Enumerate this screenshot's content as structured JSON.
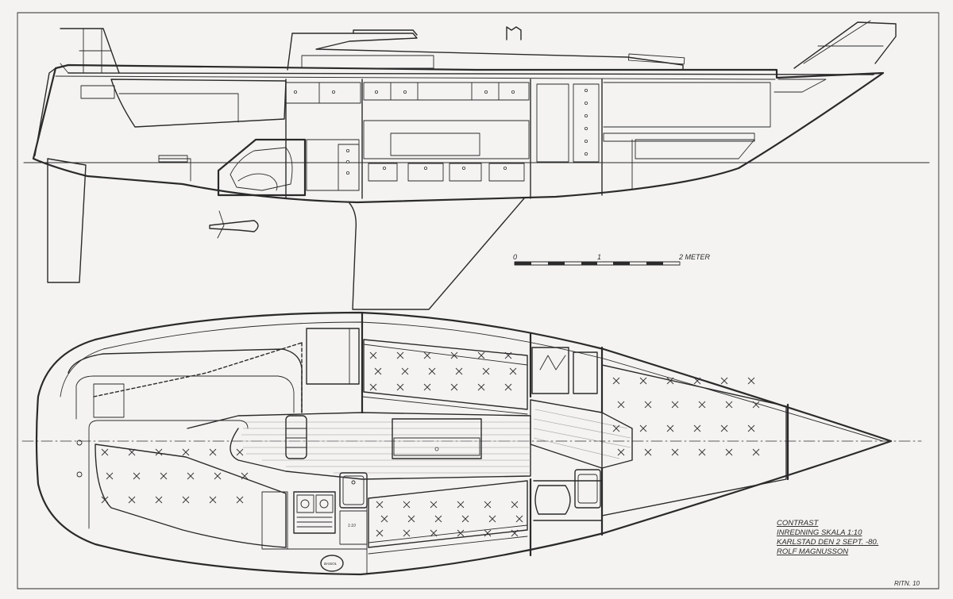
{
  "scale_bar": {
    "labels": [
      "0",
      "1",
      "2 METER"
    ]
  },
  "title_block": {
    "lines": [
      "CONTRAST",
      "INREDNING  SKALA  1:10",
      "KARLSTAD DEN 2 SEPT. -80.",
      "ROLF MAGNUSSON"
    ]
  },
  "sheet_number": "RITN. 10",
  "fixtures": {
    "stove_label": "1:10",
    "heater_label": "BASIOL"
  },
  "colors": {
    "paper": "#f4f3f1",
    "ink": "#2a2a2a",
    "floor_planks": "#9a9a9a"
  }
}
